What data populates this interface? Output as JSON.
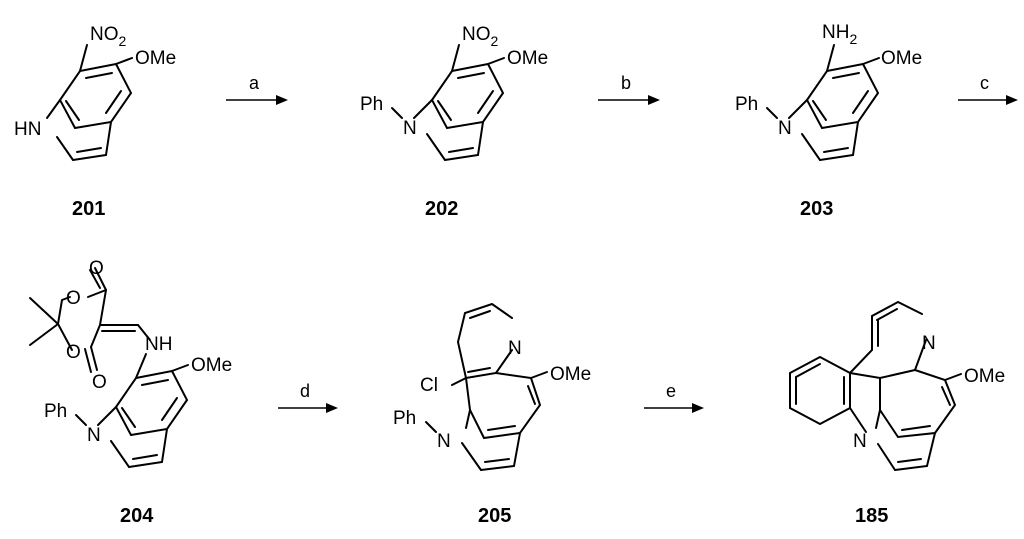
{
  "atoms": {
    "no2_n": "NO",
    "no2_sub": "2",
    "nh2_n": "NH",
    "nh2_sub": "2",
    "ome": "OMe",
    "hn": "HN",
    "n": "N",
    "ph": "Ph",
    "o": "O",
    "nh": "NH",
    "cl": "Cl"
  },
  "compounds": [
    "201",
    "202",
    "203",
    "204",
    "205",
    "185"
  ],
  "reagents": [
    "a",
    "b",
    "c",
    "d",
    "e"
  ]
}
